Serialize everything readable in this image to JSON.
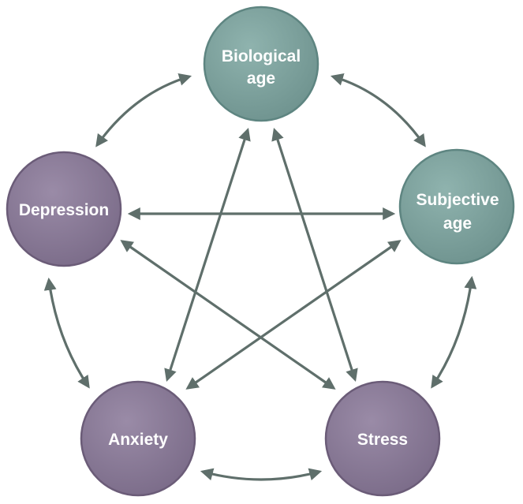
{
  "colors": {
    "teal_node": "#7fa39f",
    "teal_node_stroke": "#5e8581",
    "purple_node": "#8a7b97",
    "purple_node_stroke": "#6b5c78",
    "arrow": "#5f6f6b",
    "background": "#ffffff"
  },
  "nodes": {
    "biological_age": {
      "line1": "Biological",
      "line2": "age"
    },
    "subjective_age": {
      "line1": "Subjective",
      "line2": "age"
    },
    "depression": {
      "line1": "Depression"
    },
    "anxiety": {
      "line1": "Anxiety"
    },
    "stress": {
      "line1": "Stress"
    }
  },
  "connections": [
    {
      "from": "biological_age",
      "to": "depression",
      "bidirectional": true
    },
    {
      "from": "biological_age",
      "to": "subjective_age",
      "bidirectional": true
    },
    {
      "from": "subjective_age",
      "to": "stress",
      "bidirectional": true
    },
    {
      "from": "stress",
      "to": "anxiety",
      "bidirectional": true
    },
    {
      "from": "anxiety",
      "to": "depression",
      "bidirectional": true
    },
    {
      "from": "depression",
      "to": "subjective_age",
      "bidirectional": true
    },
    {
      "from": "depression",
      "to": "stress",
      "bidirectional": true
    },
    {
      "from": "biological_age",
      "to": "anxiety",
      "bidirectional": true
    },
    {
      "from": "biological_age",
      "to": "stress",
      "bidirectional": true
    },
    {
      "from": "subjective_age",
      "to": "anxiety",
      "bidirectional": true
    }
  ]
}
